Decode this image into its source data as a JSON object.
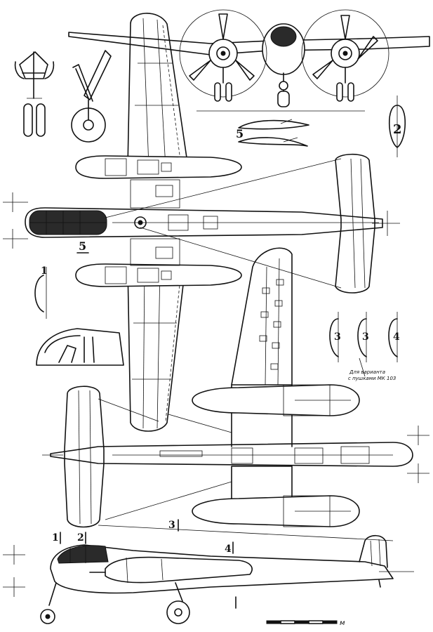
{
  "labels": {
    "view1_top": "1",
    "view2_top": "2",
    "view3_a": "3",
    "view3_b": "3",
    "view4_a": "4",
    "view5_a": "5",
    "view5_b": "5",
    "side_1": "1",
    "side_2": "2",
    "side_3": "3",
    "side_4": "4"
  },
  "note": {
    "line1": "Для варианта",
    "line2": "с пушками МК 103"
  },
  "scale": {
    "unit": "м"
  }
}
